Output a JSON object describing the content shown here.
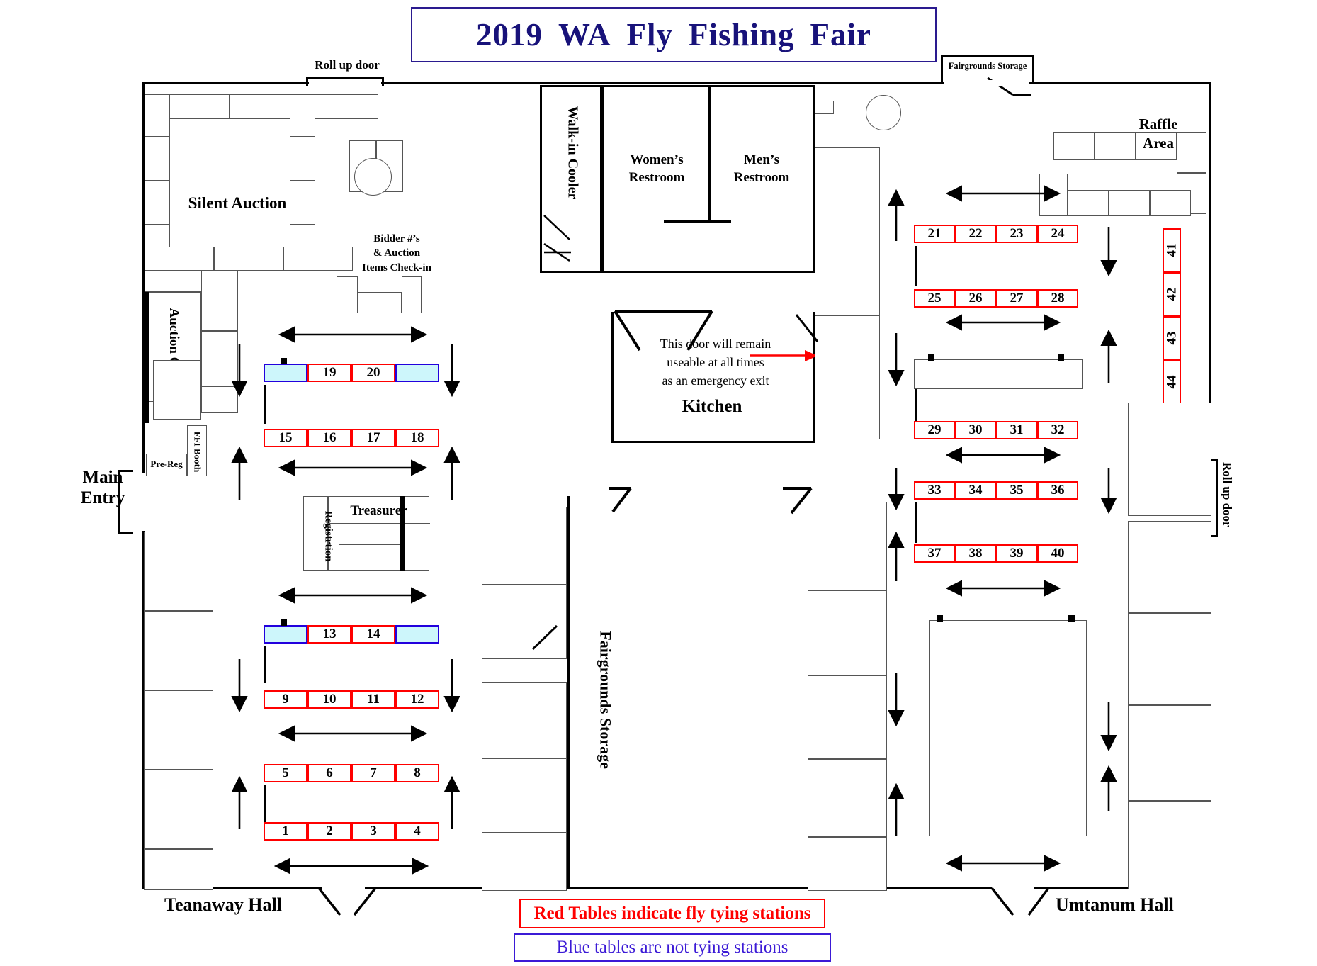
{
  "title": {
    "words": [
      "2019",
      "WA",
      "Fly",
      "Fishing",
      "Fair"
    ],
    "full": "2019  WA  Fly  Fishing  Fair",
    "color": "#18127a"
  },
  "doors": {
    "roll_up_top": "Roll up door",
    "roll_up_right": "Roll up door",
    "main_entry": "Main\nEntry",
    "main_entry_line1": "Main",
    "main_entry_line2": "Entry"
  },
  "rooms": {
    "silent_auction": "Silent Auction",
    "bidder_checkin_line1": "Bidder #’s",
    "bidder_checkin_line2": "& Auction",
    "bidder_checkin_line3": "Items Check-in",
    "auction_office": "Auction Office",
    "ffi_booth": "FFI Booth",
    "pre_reg": "Pre-Reg",
    "registration": "Registrtion",
    "treasurer": "Treasurer",
    "walk_in_cooler": "Walk-in Cooler",
    "womens_restroom_line1": "Women’s",
    "womens_restroom_line2": "Restroom",
    "mens_restroom_line1": "Men’s",
    "mens_restroom_line2": "Restroom",
    "kitchen": "Kitchen",
    "fairgrounds_storage_top": "Fairgrounds Storage",
    "fairgrounds_storage_mid": "Fairgrounds Storage",
    "raffle_area_line1": "Raffle",
    "raffle_area_line2": "Area"
  },
  "notes": {
    "emergency_exit_line1": "This door will remain",
    "emergency_exit_line2": "useable at all times",
    "emergency_exit_line3": "as an emergency exit"
  },
  "halls": {
    "left": "Teanaway Hall",
    "right": "Umtanum Hall"
  },
  "legend": {
    "red": "Red Tables indicate fly tying stations",
    "blue": "Blue tables are not tying stations",
    "red_color": "#ff0000",
    "blue_color": "#3b1ad6"
  },
  "tables": {
    "row_19_20": [
      "",
      "19",
      "20",
      ""
    ],
    "row_19_20_types": [
      "blue",
      "red",
      "red",
      "blue"
    ],
    "row_15_18": [
      "15",
      "16",
      "17",
      "18"
    ],
    "row_13_14": [
      "",
      "13",
      "14",
      ""
    ],
    "row_13_14_types": [
      "blue",
      "red",
      "red",
      "blue"
    ],
    "row_9_12": [
      "9",
      "10",
      "11",
      "12"
    ],
    "row_5_8": [
      "5",
      "6",
      "7",
      "8"
    ],
    "row_1_4": [
      "1",
      "2",
      "3",
      "4"
    ],
    "row_21_24": [
      "21",
      "22",
      "23",
      "24"
    ],
    "row_25_28": [
      "25",
      "26",
      "27",
      "28"
    ],
    "row_29_32": [
      "29",
      "30",
      "31",
      "32"
    ],
    "row_33_36": [
      "33",
      "34",
      "35",
      "36"
    ],
    "row_37_40": [
      "37",
      "38",
      "39",
      "40"
    ],
    "col_41_44": [
      "41",
      "42",
      "43",
      "44"
    ]
  }
}
